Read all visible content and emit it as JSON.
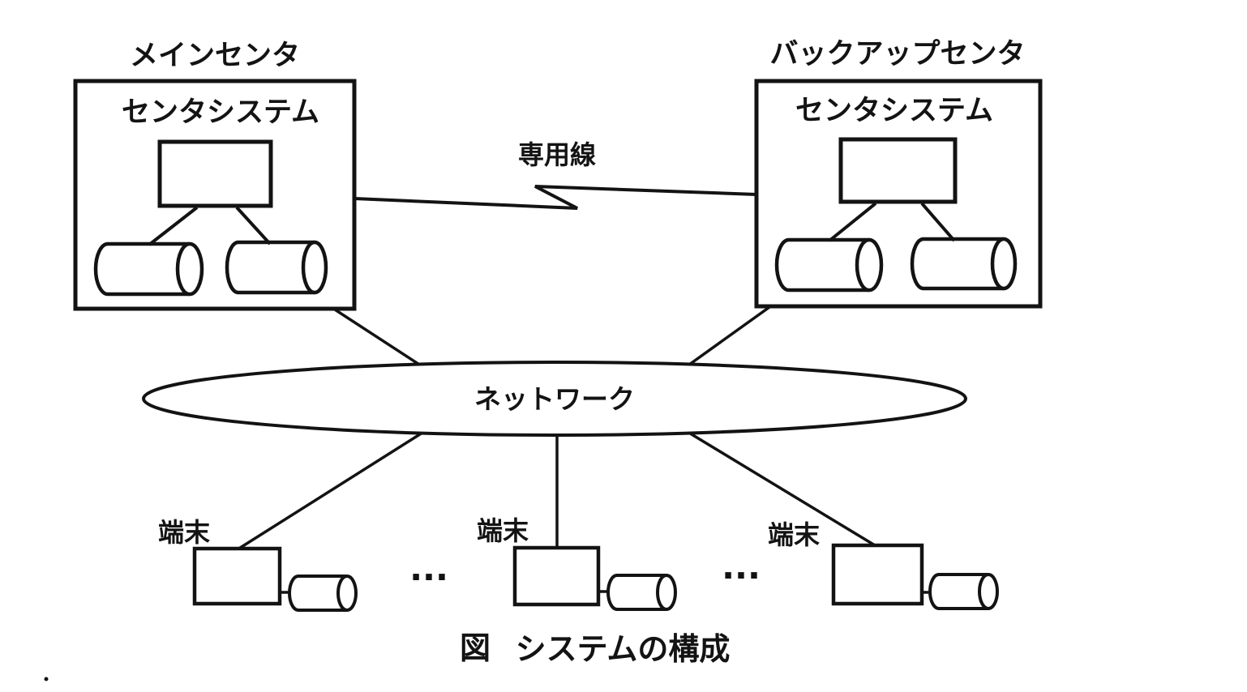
{
  "diagram": {
    "caption": {
      "prefix": "図",
      "title": "システムの構成"
    },
    "main_center": {
      "label": "メインセンタ",
      "system_label": "センタシステム"
    },
    "backup_center": {
      "label": "バックアップセンタ",
      "system_label": "センタシステム"
    },
    "dedicated_line": {
      "label": "専用線"
    },
    "network": {
      "label": "ネットワーク"
    },
    "terminals": [
      {
        "label": "端末"
      },
      {
        "label": "端末"
      },
      {
        "label": "端末"
      }
    ],
    "ellipsis_1": "...",
    "ellipsis_2": "...",
    "stray_mark": ".",
    "colors": {
      "ink": "#131313",
      "background": "#ffffff"
    }
  }
}
